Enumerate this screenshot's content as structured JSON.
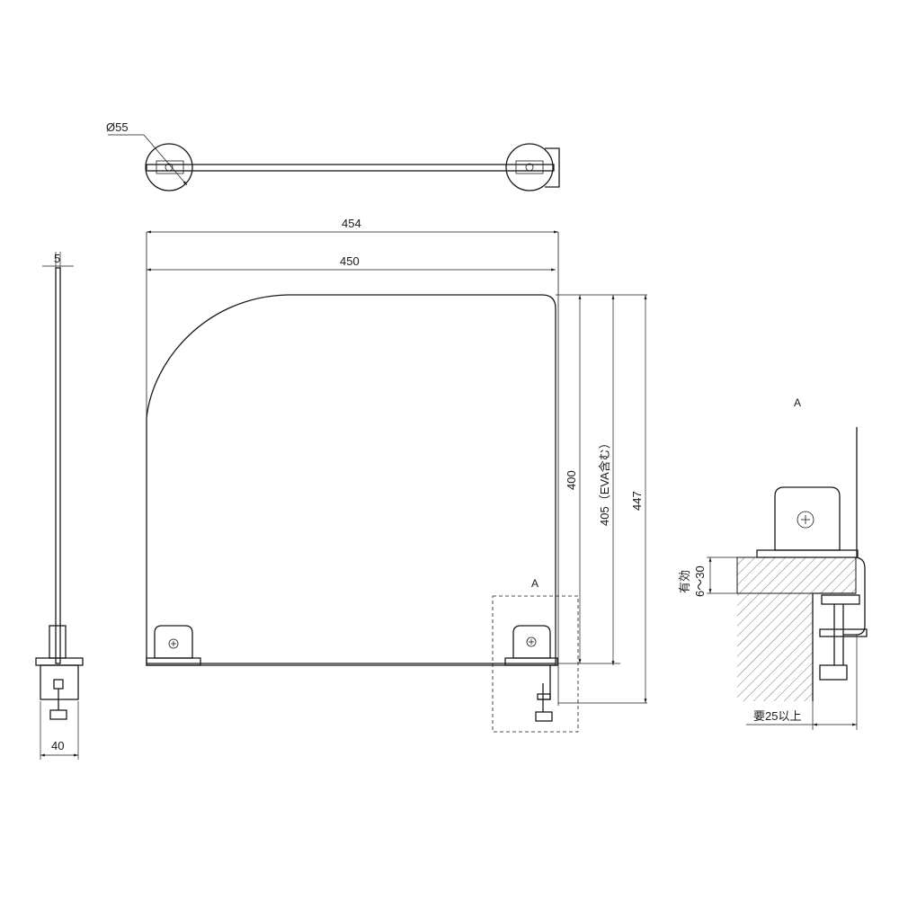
{
  "labels": {
    "diameter": "Ø55",
    "width_outer": "454",
    "width_inner": "450",
    "thickness": "5",
    "base_width": "40",
    "height_400": "400",
    "height_405": "405（EVA含む）",
    "height_447": "447",
    "detail_ref_main": "A",
    "detail_ref_title": "A",
    "effective_label": "有効",
    "effective_range": "6〜30",
    "min_depth": "要25以上"
  }
}
